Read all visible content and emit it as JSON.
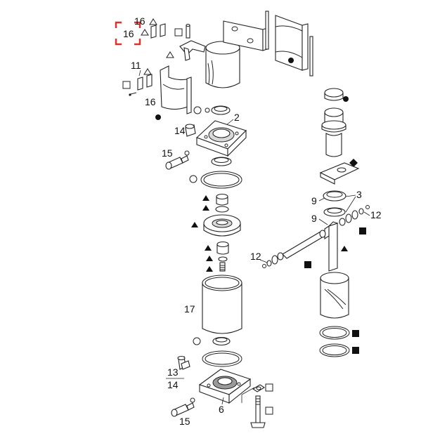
{
  "labels": {
    "l16a": "16",
    "l16b": "16",
    "l11": "11",
    "l16c": "16",
    "l2": "2",
    "l14": "14",
    "l15a": "15",
    "l3": "3",
    "l9a": "9",
    "l9b": "9",
    "l12a": "12",
    "l12b": "12",
    "l17": "17",
    "l13": "13",
    "l14b": "14",
    "l6": "6",
    "l15b": "15"
  },
  "colors": {
    "selection": "#e0302a",
    "ink": "#222222"
  }
}
